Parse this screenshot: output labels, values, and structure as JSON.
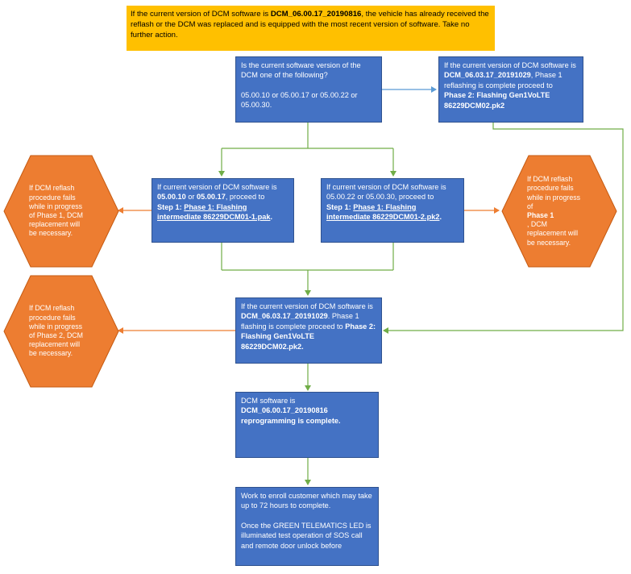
{
  "note": {
    "pre": "If the current version of DCM software is ",
    "version": "DCM_06.00.17_20190816",
    "post": ", the vehicle has already received the reflash or the DCM was replaced and is equipped with the most recent version of software. Take no further action."
  },
  "question": {
    "line1": "Is the current software version of the DCM one of the following?",
    "line2": "05.00.10 or 05.00.17 or 05.00.22 or 05.00.30."
  },
  "phase1_done": {
    "pre": "If the current version of DCM software is ",
    "version": "DCM_06.03.17_20191029",
    "mid": ", Phase 1 reflashing is complete proceed to ",
    "target1": "Phase 2: Flashing Gen1VoLTE",
    "target2": "86229DCM02.pk2"
  },
  "step_a": {
    "pre": "If current version of DCM software is ",
    "v1": "05.00.10",
    "or": " or ",
    "v2": "05.00.17",
    "mid": ", proceed to ",
    "step": "Step 1: ",
    "link": "Phase 1: Flashing intermediate 86229DCM01-1.pak",
    "end": "."
  },
  "step_b": {
    "pre": "If current version of DCM software is 05.00.22 or 05.00.30, proceed to ",
    "step": "Step 1: ",
    "link": "Phase 1: Flashing intermediate 86229DCM01-2.pk2",
    "end": "."
  },
  "fail_left1": {
    "l1": "If DCM reflash",
    "l2": "procedure fails",
    "l3": "while in progress",
    "l4": "of Phase 1, DCM",
    "l5": "replacement will",
    "l6": "be necessary."
  },
  "fail_right1": {
    "l1": "If DCM reflash",
    "l2": "procedure fails",
    "l3": "while in progress",
    "l4a": "of ",
    "l4b": "Phase 1",
    "l4c": ", DCM",
    "l5": "replacement will",
    "l6": "be necessary."
  },
  "fail_left2": {
    "l1": "If DCM reflash",
    "l2": "procedure fails",
    "l3": "while in progress",
    "l4": "of Phase 2, DCM",
    "l5": "replacement will",
    "l6": "be necessary."
  },
  "phase2": {
    "pre": "If the current version of DCM software is ",
    "version": "DCM_06.03.17_20191029",
    "mid": ". Phase 1 flashing is complete proceed to ",
    "target": "Phase 2: Flashing Gen1VoLTE 86229DCM02.pk2."
  },
  "complete": {
    "pre": "DCM software is",
    "bold": "DCM_06.00.17_20190816 reprogramming is complete."
  },
  "enroll": {
    "p1": "Work to enroll customer which may take up to 72 hours to complete.",
    "p2": "Once the GREEN TELEMATICS LED is illuminated test operation of SOS call and remote door unlock before"
  },
  "colors": {
    "box_fill": "#4472c4",
    "hex_fill": "#ed7d31",
    "note_fill": "#ffc000",
    "connector_green": "#70ad47",
    "connector_blue": "#5b9bd5",
    "connector_orange": "#ed7d31"
  }
}
